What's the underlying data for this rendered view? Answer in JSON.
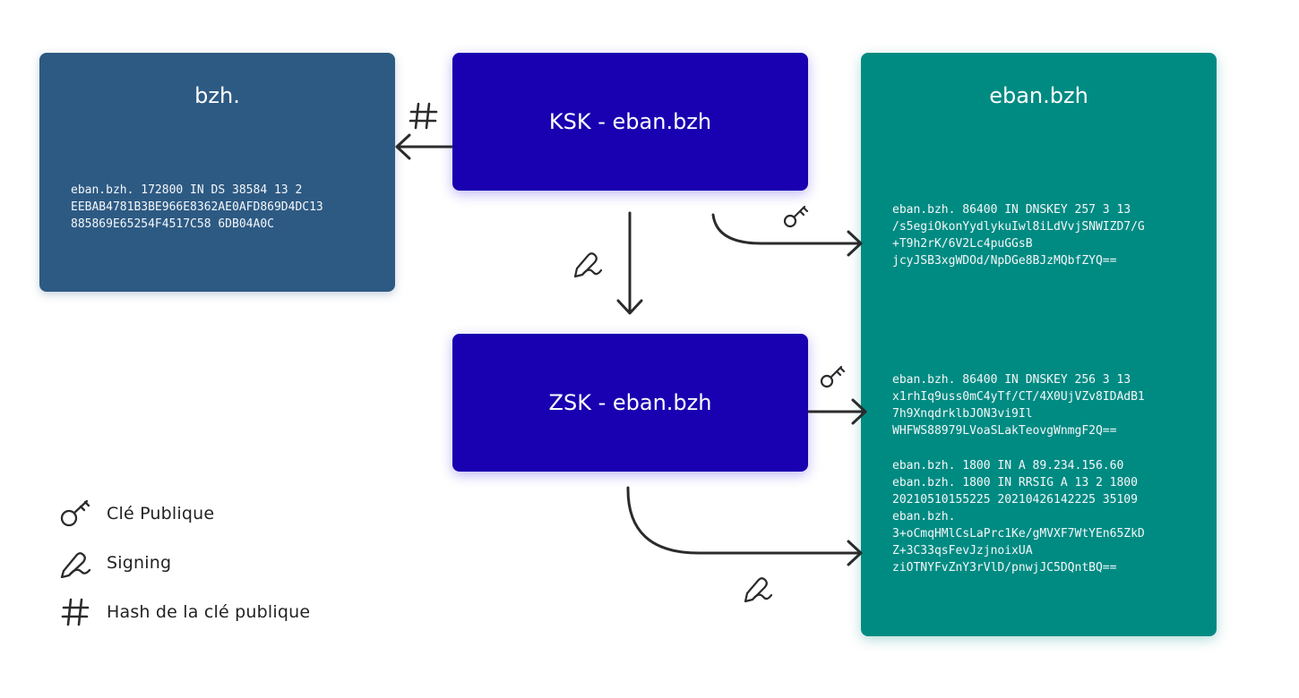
{
  "boxes": {
    "parent": {
      "title": "bzh.",
      "record": "eban.bzh. 172800 IN DS 38584 13 2\nEEBAB4781B3BE966E8362AE0AFD869D4DC13\n885869E65254F4517C58 6DB04A0C",
      "color": "#2d5a83"
    },
    "ksk": {
      "title": "KSK - eban.bzh",
      "color": "#1900b0"
    },
    "zsk": {
      "title": "ZSK - eban.bzh",
      "color": "#1900b0"
    },
    "zone": {
      "title": "eban.bzh",
      "color": "#008b82",
      "records": {
        "ksk_dnskey": "eban.bzh. 86400 IN DNSKEY 257 3 13\n/s5egiOkonYydlykuIwl8iLdVvjSNWIZD7/G\n+T9h2rK/6V2Lc4puGGsB\njcyJSB3xgWDOd/NpDGe8BJzMQbfZYQ==",
        "zsk_dnskey": "eban.bzh. 86400 IN DNSKEY 256 3 13\nx1rhIq9uss0mC4yTf/CT/4X0UjVZv8IDAdB1\n7h9XnqdrklbJON3vi9Il\nWHFWS88979LVoaSLakTeovgWnmgF2Q==",
        "a_rrsig": "eban.bzh. 1800 IN A 89.234.156.60\neban.bzh. 1800 IN RRSIG A 13 2 1800\n20210510155225 20210426142225 35109\neban.bzh.\n3+oCmqHMlCsLaPrc1Ke/gMVXF7WtYEn65ZkD\nZ+3C33qsFevJzjnoixUA\nziOTNYFvZnY3rVlD/pnwjJC5DQntBQ=="
      }
    }
  },
  "connectors": [
    {
      "from": "ksk",
      "to": "parent",
      "icon": "hash-icon"
    },
    {
      "from": "ksk",
      "to": "zsk",
      "icon": "signing-icon"
    },
    {
      "from": "ksk",
      "to": "zone.ksk_dnskey",
      "icon": "key-icon"
    },
    {
      "from": "zsk",
      "to": "zone.zsk_dnskey",
      "icon": "key-icon"
    },
    {
      "from": "zsk",
      "to": "zone.a_rrsig",
      "icon": "signing-icon"
    }
  ],
  "legend": {
    "key": {
      "icon": "key-icon",
      "label": "Clé Publique"
    },
    "signing": {
      "icon": "signing-icon",
      "label": "Signing"
    },
    "hash": {
      "icon": "hash-icon",
      "label": "Hash de la clé publique"
    }
  },
  "colors": {
    "arrow": "#2b2b2b",
    "text": "#222222",
    "background": "#ffffff"
  }
}
